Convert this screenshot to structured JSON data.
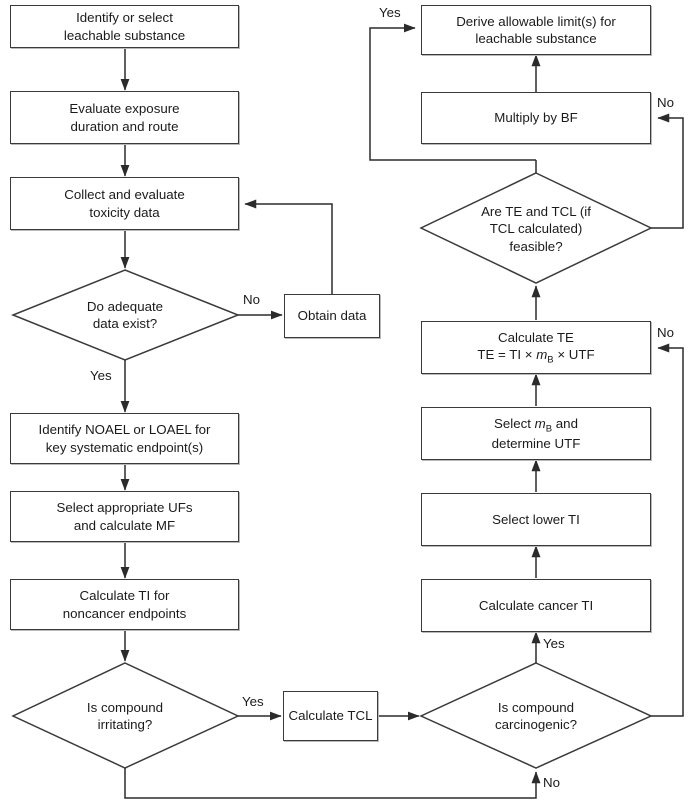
{
  "diagram": {
    "title": "Leachable substance allowable limit derivation flowchart",
    "colors": {
      "stroke": "#3a3a3a",
      "line": "#2b2b2b",
      "text": "#1b1b1b",
      "background": "#ffffff",
      "shadow": "#b9b9b9"
    },
    "nodes": [
      {
        "id": "identify-substance",
        "shape": "process",
        "lines": [
          "Identify or select",
          "leachable substance"
        ]
      },
      {
        "id": "evaluate-exposure",
        "shape": "process",
        "lines": [
          "Evaluate exposure",
          "duration and route"
        ]
      },
      {
        "id": "collect-toxicity",
        "shape": "process",
        "lines": [
          "Collect and evaluate",
          "toxicity data"
        ]
      },
      {
        "id": "adequate-data",
        "shape": "decision",
        "lines": [
          "Do adequate",
          "data exist?"
        ]
      },
      {
        "id": "obtain-data",
        "shape": "process",
        "lines": [
          "Obtain data"
        ]
      },
      {
        "id": "identify-noael",
        "shape": "process",
        "lines": [
          "Identify NOAEL or LOAEL for",
          "key systematic endpoint(s)"
        ]
      },
      {
        "id": "select-ufs",
        "shape": "process",
        "lines": [
          "Select appropriate UFs",
          "and calculate MF"
        ]
      },
      {
        "id": "calculate-ti",
        "shape": "process",
        "lines": [
          "Calculate TI for",
          "noncancer endpoints"
        ]
      },
      {
        "id": "compound-irritating",
        "shape": "decision",
        "lines": [
          "Is compound",
          "irritating?"
        ]
      },
      {
        "id": "calculate-tcl",
        "shape": "process",
        "lines": [
          "Calculate TCL"
        ]
      },
      {
        "id": "compound-carcinogenic",
        "shape": "decision",
        "lines": [
          "Is compound",
          "carcinogenic?"
        ]
      },
      {
        "id": "calculate-cancer-ti",
        "shape": "process",
        "lines": [
          "Calculate cancer TI"
        ]
      },
      {
        "id": "select-lower-ti",
        "shape": "process",
        "lines": [
          "Select lower TI"
        ]
      },
      {
        "id": "select-mb-utf",
        "shape": "process",
        "lines": [
          "Select mB and",
          "determine UTF"
        ]
      },
      {
        "id": "calculate-te",
        "shape": "process",
        "lines": [
          "Calculate TE",
          "TE = TI × mB × UTF"
        ]
      },
      {
        "id": "te-tcl-feasible",
        "shape": "decision",
        "lines": [
          "Are TE and TCL (if",
          "TCL calculated)",
          "feasible?"
        ]
      },
      {
        "id": "multiply-bf",
        "shape": "process",
        "lines": [
          "Multiply by BF"
        ]
      },
      {
        "id": "derive-limits",
        "shape": "process",
        "lines": [
          "Derive allowable limit(s) for",
          "leachable substance"
        ]
      }
    ],
    "node_text": {
      "identify_substance_l1": "Identify or select",
      "identify_substance_l2": "leachable substance",
      "evaluate_exposure_l1": "Evaluate exposure",
      "evaluate_exposure_l2": "duration and route",
      "collect_toxicity_l1": "Collect and evaluate",
      "collect_toxicity_l2": "toxicity data",
      "adequate_data_l1": "Do adequate",
      "adequate_data_l2": "data exist?",
      "obtain_data_l1": "Obtain data",
      "identify_noael_l1": "Identify NOAEL or LOAEL for",
      "identify_noael_l2": "key systematic endpoint(s)",
      "select_ufs_l1": "Select appropriate UFs",
      "select_ufs_l2": "and calculate MF",
      "calculate_ti_l1": "Calculate TI for",
      "calculate_ti_l2": "noncancer endpoints",
      "compound_irritating_l1": "Is compound",
      "compound_irritating_l2": "irritating?",
      "calculate_tcl_l1": "Calculate TCL",
      "compound_carcinogenic_l1": "Is compound",
      "compound_carcinogenic_l2": "carcinogenic?",
      "calculate_cancer_ti_l1": "Calculate cancer TI",
      "select_lower_ti_l1": "Select lower TI",
      "select_mb_utf_pre": "Select ",
      "select_mb_utf_var": "m",
      "select_mb_utf_sub": "B",
      "select_mb_utf_post": " and",
      "select_mb_utf_l2": "determine UTF",
      "calculate_te_l1": "Calculate TE",
      "calculate_te_pre": "TE = TI × ",
      "calculate_te_var": "m",
      "calculate_te_sub": "B",
      "calculate_te_post": " × UTF",
      "te_tcl_feasible_l1": "Are TE and TCL (if",
      "te_tcl_feasible_l2": "TCL calculated)",
      "te_tcl_feasible_l3": "feasible?",
      "multiply_bf_l1": "Multiply by BF",
      "derive_limits_l1": "Derive allowable limit(s) for",
      "derive_limits_l2": "leachable substance"
    },
    "edge_labels": {
      "adequate_data_no": "No",
      "adequate_data_yes": "Yes",
      "irritating_yes": "Yes",
      "irritating_no": "No",
      "carcinogenic_yes": "Yes",
      "carcinogenic_no": "No",
      "te_feasible_no": "No",
      "te_feasible_yes": "Yes",
      "calc_te_no": "No"
    },
    "edges": [
      {
        "from": "identify-substance",
        "to": "evaluate-exposure",
        "label": ""
      },
      {
        "from": "evaluate-exposure",
        "to": "collect-toxicity",
        "label": ""
      },
      {
        "from": "collect-toxicity",
        "to": "adequate-data",
        "label": ""
      },
      {
        "from": "adequate-data",
        "to": "obtain-data",
        "label": "No"
      },
      {
        "from": "obtain-data",
        "to": "collect-toxicity",
        "label": ""
      },
      {
        "from": "adequate-data",
        "to": "identify-noael",
        "label": "Yes"
      },
      {
        "from": "identify-noael",
        "to": "select-ufs",
        "label": ""
      },
      {
        "from": "select-ufs",
        "to": "calculate-ti",
        "label": ""
      },
      {
        "from": "calculate-ti",
        "to": "compound-irritating",
        "label": ""
      },
      {
        "from": "compound-irritating",
        "to": "calculate-tcl",
        "label": "Yes"
      },
      {
        "from": "compound-irritating",
        "to": "compound-carcinogenic",
        "label": "No"
      },
      {
        "from": "calculate-tcl",
        "to": "compound-carcinogenic",
        "label": ""
      },
      {
        "from": "compound-carcinogenic",
        "to": "calculate-cancer-ti",
        "label": "Yes"
      },
      {
        "from": "calculate-cancer-ti",
        "to": "select-lower-ti",
        "label": ""
      },
      {
        "from": "select-lower-ti",
        "to": "select-mb-utf",
        "label": ""
      },
      {
        "from": "select-mb-utf",
        "to": "calculate-te",
        "label": ""
      },
      {
        "from": "calculate-te",
        "to": "te-tcl-feasible",
        "label": ""
      },
      {
        "from": "te-tcl-feasible",
        "to": "multiply-bf",
        "label": "No"
      },
      {
        "from": "multiply-bf",
        "to": "derive-limits",
        "label": ""
      },
      {
        "from": "te-tcl-feasible",
        "to": "derive-limits",
        "label": "Yes"
      }
    ]
  }
}
